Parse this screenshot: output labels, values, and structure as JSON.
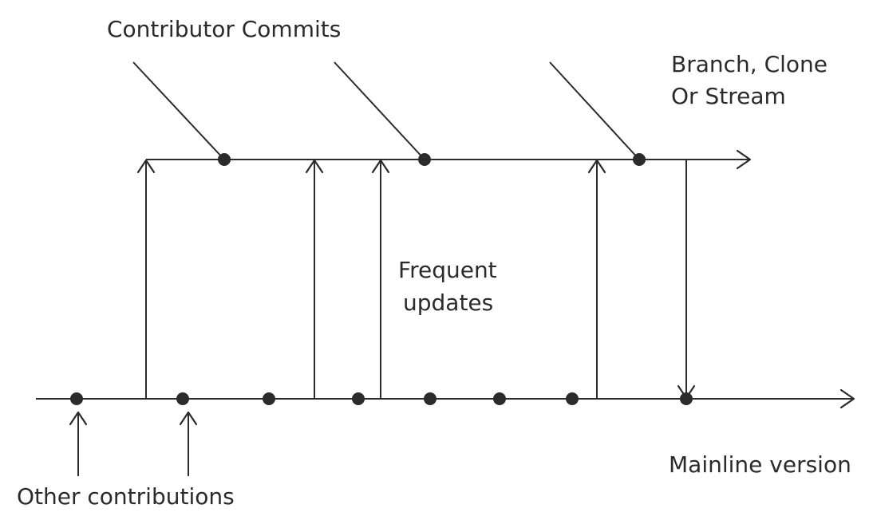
{
  "labels": {
    "contributor_commits": "Contributor Commits",
    "branch_line1": "Branch, Clone",
    "branch_line2": "Or Stream",
    "frequent_line1": "Frequent",
    "frequent_line2": "updates",
    "mainline": "Mainline version",
    "other_contributions": "Other contributions"
  },
  "colors": {
    "ink": "#2b2b2b",
    "background": "#ffffff"
  }
}
